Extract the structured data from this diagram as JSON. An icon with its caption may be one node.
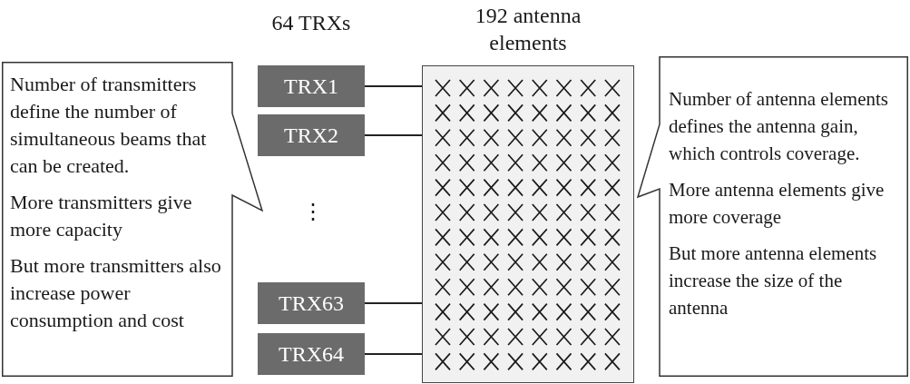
{
  "diagram": {
    "nodes": [
      {
        "text": [
          "Number of transmitters define the number of simultaneous beams that can be created.",
          "More transmitters give more capacity",
          "But more transmitters also increase power consumption and cost"
        ]
      },
      {
        "text": [
          "TRX1"
        ]
      },
      {
        "text": [
          "TRX2"
        ]
      },
      {
        "text": [
          "TRX63"
        ]
      },
      {
        "text": [
          "TRX64"
        ]
      },
      {
        "text": [
          "192 antenna elements"
        ]
      },
      {
        "text": [
          "Number of antenna elements defines the antenna gain, which controls coverage.",
          "More antenna elements give more coverage",
          "But more antenna elements increase the size of the antenna"
        ]
      }
    ],
    "edges": [
      {
        "from": 1,
        "to": 5,
        "arrow": "none"
      },
      {
        "from": 2,
        "to": 5,
        "arrow": "none"
      },
      {
        "from": 3,
        "to": 5,
        "arrow": "none"
      },
      {
        "from": 4,
        "to": 5,
        "arrow": "none"
      }
    ],
    "labels": [
      "64 TRXs",
      "⋮"
    ]
  }
}
